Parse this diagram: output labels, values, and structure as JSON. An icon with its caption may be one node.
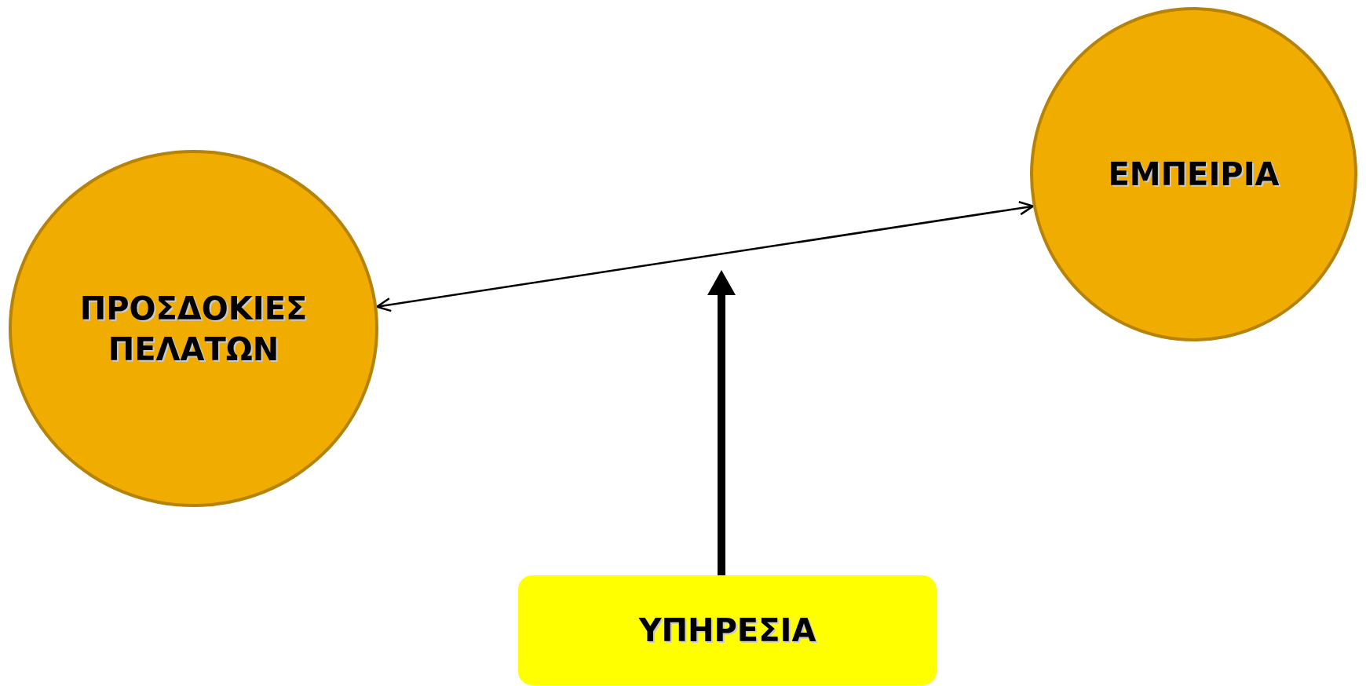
{
  "diagram": {
    "nodes": [
      {
        "text": [
          "ΠΡΟΣΔΟΚΙΕΣ ΠΕΛΑΤΩΝ"
        ]
      },
      {
        "text": [
          "ΕΜΠΕΙΡΙΑ"
        ]
      },
      {
        "text": [
          "ΥΠΗΡΕΣΙΑ"
        ]
      }
    ],
    "edges": [
      {
        "from": 0,
        "to": 1,
        "arrow": "both"
      },
      {
        "from": 2,
        "to": null,
        "arrow": "to",
        "style": "thick"
      }
    ]
  }
}
